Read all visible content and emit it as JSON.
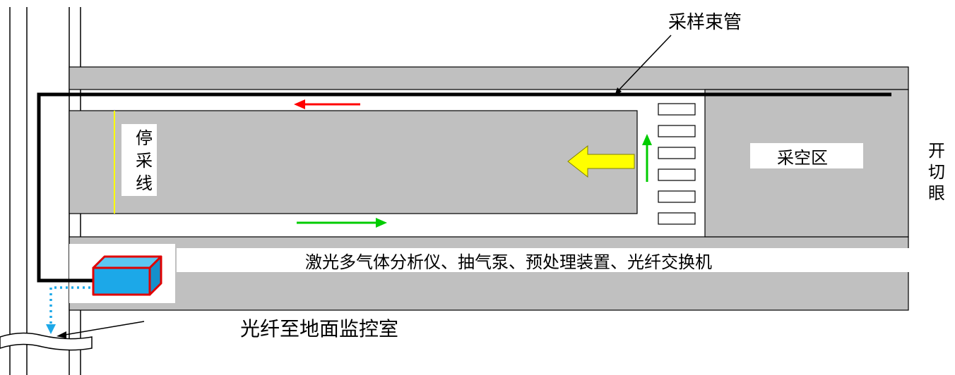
{
  "labels": {
    "sampling_tube": "采样束管",
    "stop_line": "停采线",
    "goaf": "采空区",
    "open_cut": "开切眼",
    "equipment": "激光多气体分析仪、抽气泵、预处理装置、光纤交换机",
    "fiber": "光纤至地面监控室"
  },
  "colors": {
    "road": "#c0c0c0",
    "tube": "#000000",
    "arrow_red": "#ff0000",
    "arrow_green": "#00cc00",
    "arrow_yellow": "#ffff00",
    "stop_line": "#ffff00",
    "box_fill": "#1ca8e8",
    "box_edge": "#e00000",
    "fiber": "#1ca8e8"
  }
}
